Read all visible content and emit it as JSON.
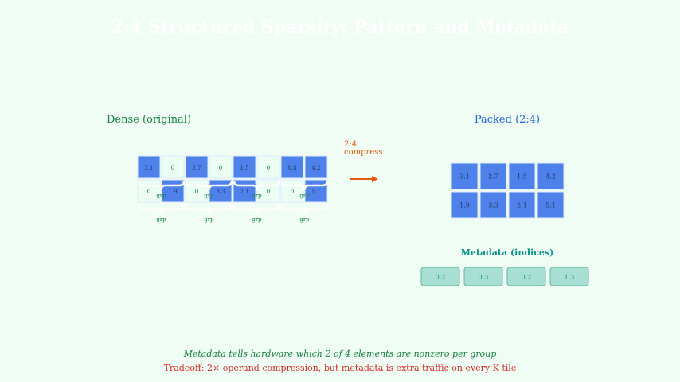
{
  "title": "2:4 Structured Sparsity: Pattern and Metadata",
  "dense": {
    "label": "Dense (original)",
    "rows": [
      [
        "3.1",
        "0",
        "2.7",
        "0",
        "1.5",
        "0",
        "0.8",
        "4.2"
      ],
      [
        "0",
        "1.9",
        "0",
        "3.3",
        "2.1",
        "0",
        "0",
        "5.1"
      ]
    ],
    "group_label": "grp"
  },
  "arrow": {
    "line1": "2:4",
    "line2": "compress"
  },
  "packed": {
    "label": "Packed (2:4)",
    "rows": [
      [
        "3.1",
        "2.7",
        "1.5",
        "4.2"
      ],
      [
        "1.9",
        "3.3",
        "2.1",
        "5.1"
      ]
    ]
  },
  "metadata": {
    "label": "Metadata (indices)",
    "items": [
      "0,2",
      "0,3",
      "0,2",
      "1,3"
    ]
  },
  "notes": {
    "line1": "Metadata tells hardware which 2 of 4 elements are nonzero per group",
    "line2": "Tradeoff: 2× operand compression, but metadata is extra traffic on every K tile"
  },
  "colors": {
    "background": "#f0fdf4",
    "nonzero": "#4f81ea",
    "zero": "#ecfdf3",
    "green_text": "#15803d",
    "blue_text": "#2563eb",
    "orange": "#ea580c",
    "teal": "#0d9488",
    "meta_fill": "#a7dfd2",
    "red": "#dc2626"
  }
}
